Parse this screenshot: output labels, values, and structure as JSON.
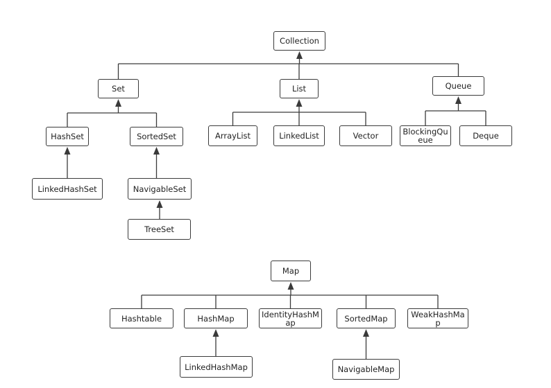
{
  "nodes": {
    "collection": {
      "label": "Collection"
    },
    "set": {
      "label": "Set"
    },
    "list": {
      "label": "List"
    },
    "queue": {
      "label": "Queue"
    },
    "hashset": {
      "label": "HashSet"
    },
    "sortedset": {
      "label": "SortedSet"
    },
    "arraylist": {
      "label": "ArrayList"
    },
    "linkedlist": {
      "label": "LinkedList"
    },
    "vector": {
      "label": "Vector"
    },
    "blockingqueue": {
      "label": "BlockingQueue"
    },
    "deque": {
      "label": "Deque"
    },
    "linkedhashset": {
      "label": "LinkedHashSet"
    },
    "navigableset": {
      "label": "NavigableSet"
    },
    "treeset": {
      "label": "TreeSet"
    },
    "map": {
      "label": "Map"
    },
    "hashtable": {
      "label": "Hashtable"
    },
    "hashmap": {
      "label": "HashMap"
    },
    "identityhashmap": {
      "label": "IdentityHashMap"
    },
    "sortedmap": {
      "label": "SortedMap"
    },
    "weakhashmap": {
      "label": "WeakHashMap"
    },
    "linkedhashmap": {
      "label": "LinkedHashMap"
    },
    "navigablemap": {
      "label": "NavigableMap"
    }
  },
  "edges": [
    {
      "parent": "collection",
      "children": [
        "set",
        "list",
        "queue"
      ]
    },
    {
      "parent": "set",
      "children": [
        "hashset",
        "sortedset"
      ]
    },
    {
      "parent": "list",
      "children": [
        "arraylist",
        "linkedlist",
        "vector"
      ]
    },
    {
      "parent": "queue",
      "children": [
        "blockingqueue",
        "deque"
      ]
    },
    {
      "parent": "hashset",
      "children": [
        "linkedhashset"
      ]
    },
    {
      "parent": "sortedset",
      "children": [
        "navigableset"
      ]
    },
    {
      "parent": "navigableset",
      "children": [
        "treeset"
      ]
    },
    {
      "parent": "map",
      "children": [
        "hashtable",
        "hashmap",
        "identityhashmap",
        "sortedmap",
        "weakhashmap"
      ]
    },
    {
      "parent": "hashmap",
      "children": [
        "linkedhashmap"
      ]
    },
    {
      "parent": "sortedmap",
      "children": [
        "navigablemap"
      ]
    }
  ],
  "colors": {
    "stroke": "#3a3a3a",
    "text": "#222222",
    "background": "#ffffff"
  }
}
